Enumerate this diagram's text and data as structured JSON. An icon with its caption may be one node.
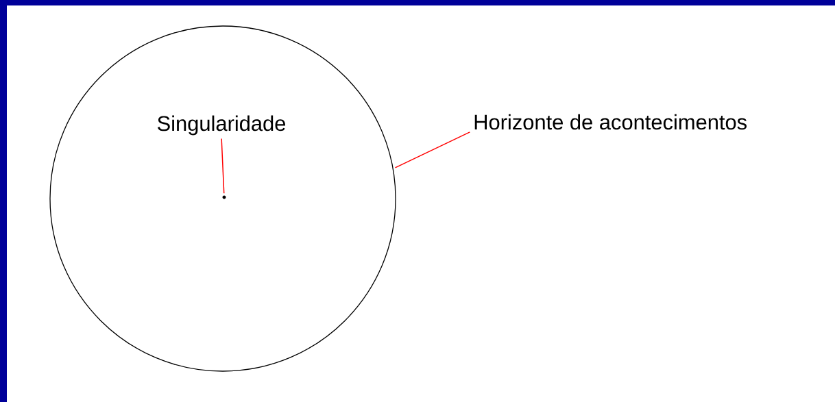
{
  "diagram": {
    "nodes": [
      {
        "text": [],
        "shape": "circle"
      },
      {
        "text": [
          "Singularidade"
        ],
        "in": 0
      },
      {
        "text": [],
        "shape": "circle",
        "in": 0
      },
      {
        "text": [
          "Horizonte de acontecimentos"
        ]
      }
    ],
    "edges": [
      {
        "from": 1,
        "to": 2,
        "arrow": "none"
      },
      {
        "from": 3,
        "to": 0,
        "arrow": "none"
      }
    ]
  }
}
